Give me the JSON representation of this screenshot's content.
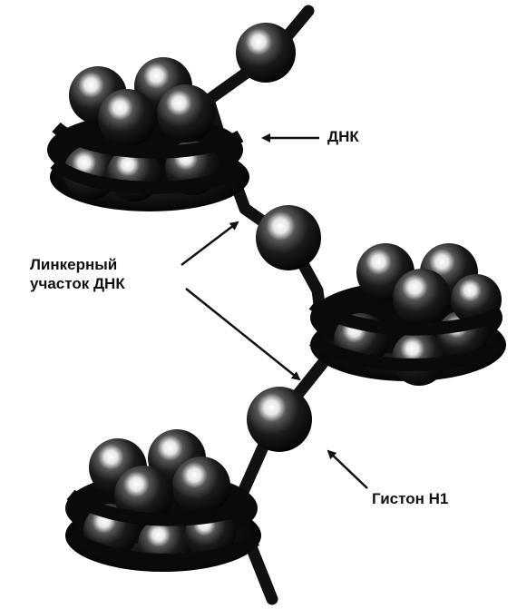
{
  "labels": {
    "dna": "ДНК",
    "linker_line1": "Линкерный",
    "linker_line2": "участок ДНК",
    "histone_h1": "Гистон Н1"
  },
  "colors": {
    "background": "#ffffff",
    "ink": "#111111",
    "bead_dark": "#0d0d0d",
    "bead_highlight": "#ffffff"
  }
}
